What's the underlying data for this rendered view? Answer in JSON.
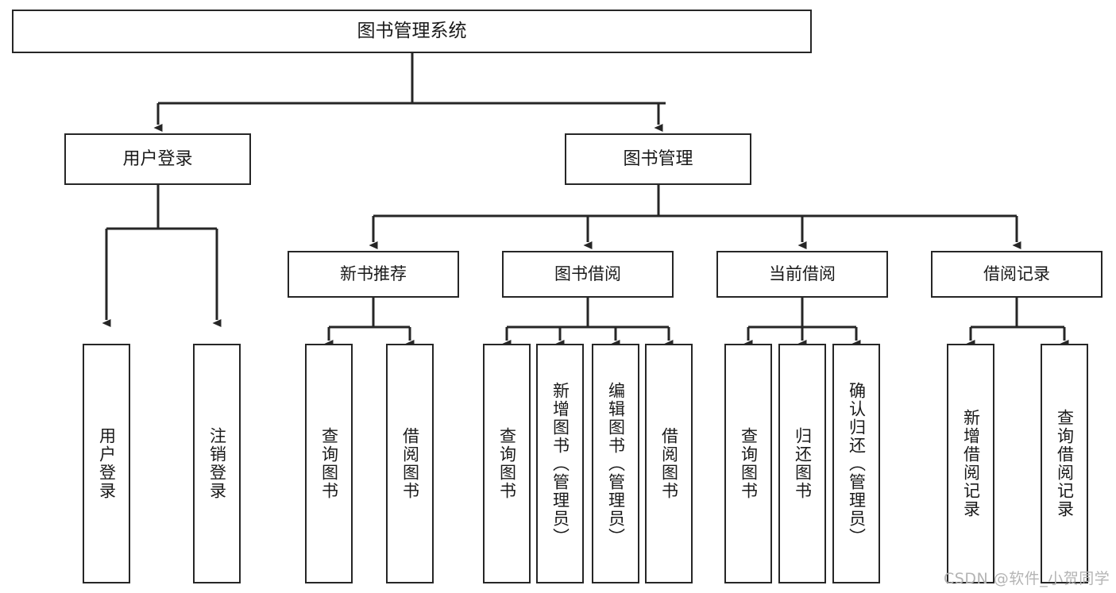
{
  "diagram": {
    "title": "图书管理系统",
    "type": "tree-hierarchy",
    "watermark": "CSDN @软件_小贺同学",
    "colors": {
      "box_border": "#262626",
      "box_fill": "#ffffff",
      "connector": "#262626",
      "text": "#1a1a1a",
      "watermark": "#b4b4b4"
    },
    "root": {
      "label": "图书管理系统"
    },
    "level2": [
      {
        "label": "用户登录"
      },
      {
        "label": "图书管理"
      }
    ],
    "level3": [
      {
        "label": "新书推荐"
      },
      {
        "label": "图书借阅"
      },
      {
        "label": "当前借阅"
      },
      {
        "label": "借阅记录"
      }
    ],
    "leaves": {
      "user_login": [
        {
          "label": "用户登录"
        },
        {
          "label": "注销登录"
        }
      ],
      "new_book_recommend": [
        {
          "label": "查询图书"
        },
        {
          "label": "借阅图书"
        }
      ],
      "book_borrow": [
        {
          "label": "查询图书"
        },
        {
          "label": "新增图书（管理员）"
        },
        {
          "label": "编辑图书（管理员）"
        },
        {
          "label": "借阅图书"
        }
      ],
      "current_borrow": [
        {
          "label": "查询图书"
        },
        {
          "label": "归还图书"
        },
        {
          "label": "确认归还（管理员）"
        }
      ],
      "borrow_record": [
        {
          "label": "新增借阅记录"
        },
        {
          "label": "查询借阅记录"
        }
      ]
    }
  }
}
